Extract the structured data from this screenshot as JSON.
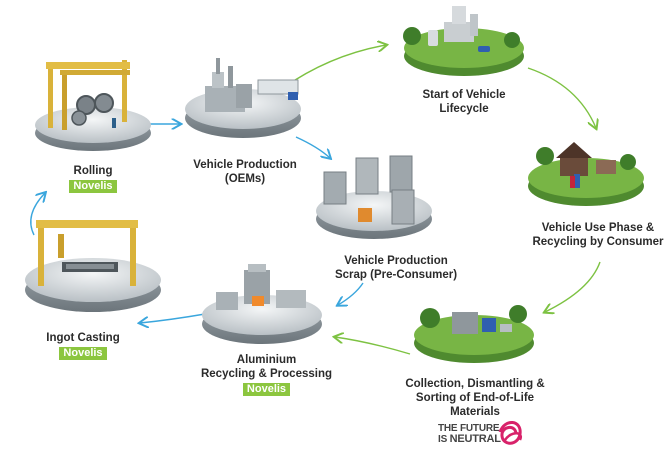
{
  "nodes": {
    "rolling": {
      "label": "Rolling",
      "badge": "Novelis"
    },
    "vehicle_production": {
      "label_line1": "Vehicle Production",
      "label_line2": "(OEMs)"
    },
    "start_lifecycle": {
      "label_line1": "Start of Vehicle",
      "label_line2": "Lifecycle"
    },
    "production_scrap": {
      "label_line1": "Vehicle Production",
      "label_line2": "Scrap (Pre-Consumer)"
    },
    "use_phase": {
      "label_line1": "Vehicle Use Phase &",
      "label_line2": "Recycling by Consumer"
    },
    "ingot_casting": {
      "label": "Ingot Casting",
      "badge": "Novelis"
    },
    "aluminium_recycling": {
      "label_line1": "Aluminium",
      "label_line2": "Recycling & Processing",
      "badge": "Novelis"
    },
    "collection": {
      "label_line1": "Collection, Dismantling &",
      "label_line2": "Sorting of End-of-Life",
      "label_line3": "Materials"
    }
  },
  "logo": {
    "line1": "THE FUTURE",
    "line2_prefix": "IS ",
    "line2_emph": "NEUTRAL"
  },
  "colors": {
    "accent": "#8cc63f",
    "arrow_green": "#7dc242",
    "arrow_blue": "#3aa6dd",
    "text": "#2b2b2b",
    "logo_pink": "#d8226a"
  }
}
